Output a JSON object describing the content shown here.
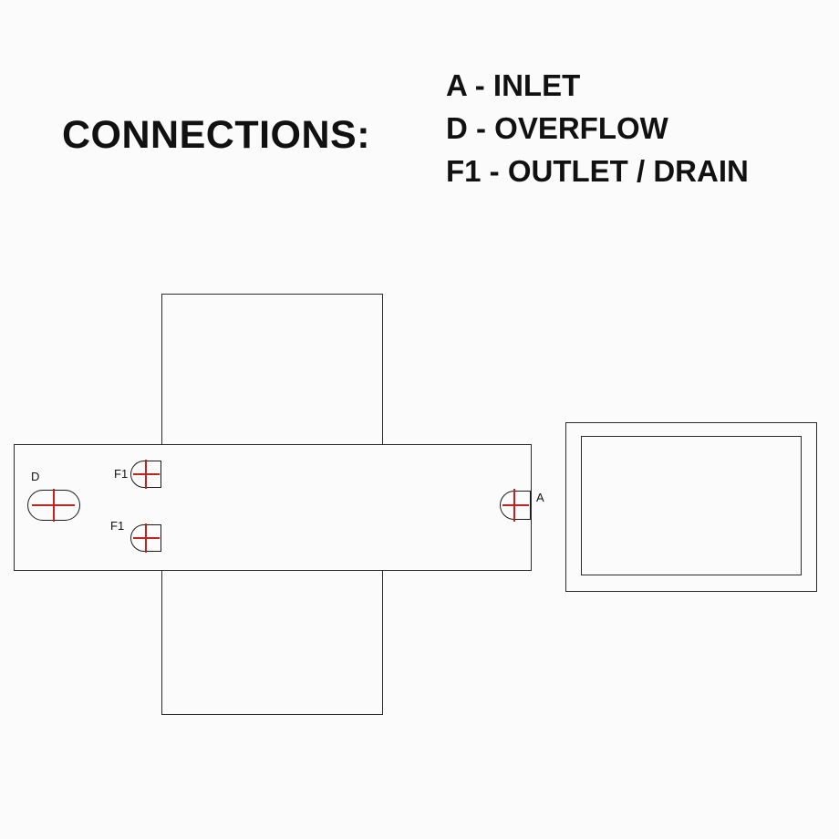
{
  "title": "CONNECTIONS:",
  "legend": {
    "items": [
      {
        "code": "A",
        "label": "A - INLET"
      },
      {
        "code": "D",
        "label": "D - OVERFLOW"
      },
      {
        "code": "F1",
        "label": "F1 - OUTLET / DRAIN"
      }
    ]
  },
  "connections": {
    "d": {
      "label": "D"
    },
    "f1_upper": {
      "label": "F1"
    },
    "f1_lower": {
      "label": "F1"
    },
    "a": {
      "label": "A"
    }
  },
  "colors": {
    "line": "#2a2a2a",
    "crosshair": "#c62020",
    "background": "#fbfbfb"
  }
}
